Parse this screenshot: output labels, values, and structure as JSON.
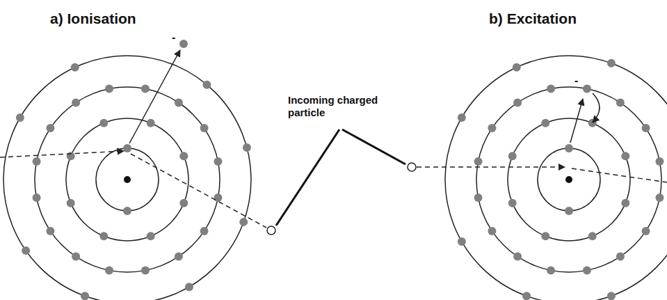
{
  "diagram": {
    "labels": [
      "a) Ionisation",
      "b) Excitation",
      "Incoming charged particle",
      "-",
      "-"
    ]
  }
}
